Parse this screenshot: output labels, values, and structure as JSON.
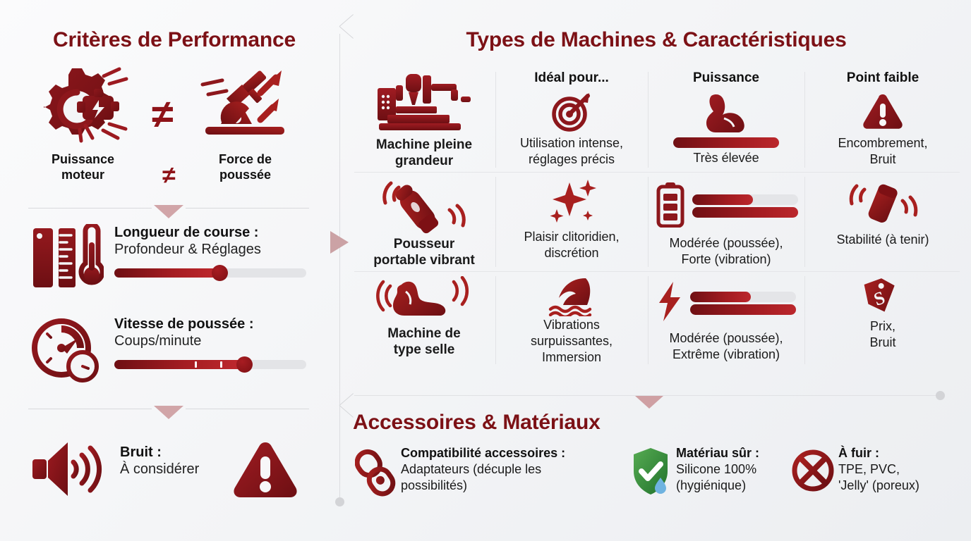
{
  "theme": {
    "brand_dark_red": "#7c1116",
    "brand_red": "#a51d22",
    "accent_pink": "#cfa0a3",
    "track_gray": "#e3e4e7",
    "background": "#f4f5f7",
    "green": "#3f9a45",
    "blue": "#5fa9dd"
  },
  "left": {
    "title": "Critères de Performance",
    "comparison": {
      "left_label": "Puissance\nmoteur",
      "left_label_line1": "Puissance",
      "left_label_line2": "moteur",
      "right_label_line1": "Force de",
      "right_label_line2": "poussée",
      "operator_big": "≠",
      "operator_small": "≠",
      "left_icon": "engine-gear-icon",
      "right_icon": "thrust-piston-arrows-icon"
    },
    "features": [
      {
        "icon": "ruler-thermometer-icon",
        "heading": "Longueur de course :",
        "subtext": "Profondeur & Réglages",
        "slider": {
          "value_percent": 55,
          "ticks": []
        }
      },
      {
        "icon": "speedometer-clock-icon",
        "heading": "Vitesse de poussée :",
        "subtext": "Coups/minute",
        "slider": {
          "value_percent": 68,
          "ticks": [
            42,
            55
          ]
        }
      }
    ],
    "noise": {
      "icon": "speaker-waves-icon",
      "heading": "Bruit :",
      "subtext": "À considérer",
      "warning_icon": "warning-triangle-icon"
    }
  },
  "right": {
    "title": "Types de Machines & Caractéristiques",
    "table": {
      "columns": [
        "",
        "Idéal pour...",
        "Puissance",
        "Point faible"
      ],
      "column_icons": [
        "",
        "target-icon",
        "muscle-arm-icon",
        "warning-triangle-icon"
      ],
      "rows": [
        {
          "machine_icon": "drill-press-machine-icon",
          "machine_name_line1": "Machine pleine",
          "machine_name_line2": "grandeur",
          "ideal_line1": "Utilisation intense,",
          "ideal_line2": "réglages précis",
          "power_icon": "",
          "power_bars": [
            100
          ],
          "power_text_line1": "Très élevée",
          "power_text_line2": "",
          "weakness_icon": "",
          "weakness_line1": "Encombrement,",
          "weakness_line2": "Bruit"
        },
        {
          "machine_icon": "handheld-vibrating-thruster-icon",
          "machine_name_line1": "Pousseur",
          "machine_name_line2": "portable vibrant",
          "ideal_icon": "sparkles-icon",
          "ideal_line1": "Plaisir clitoridien,",
          "ideal_line2": "discrétion",
          "power_icon": "battery-icon",
          "power_bars": [
            57,
            100
          ],
          "power_text_line1": "Modérée (poussée),",
          "power_text_line2": "Forte (vibration)",
          "weakness_icon": "shaking-device-icon",
          "weakness_line1": "Stabilité (à tenir)",
          "weakness_line2": ""
        },
        {
          "machine_icon": "saddle-machine-icon",
          "machine_name_line1": "Machine de",
          "machine_name_line2": "type selle",
          "ideal_icon": "wave-icon",
          "ideal_line1": "Vibrations",
          "ideal_line2": "surpuissantes,",
          "ideal_line3": "Immersion",
          "power_icon": "lightning-bolt-icon",
          "power_bars": [
            57,
            100
          ],
          "power_text_line1": "Modérée (poussée),",
          "power_text_line2": "Extrême (vibration)",
          "weakness_icon": "price-tag-icon",
          "weakness_line1": "Prix,",
          "weakness_line2": "Bruit"
        }
      ]
    },
    "accessories": {
      "title": "Accessoires & Matériaux",
      "items": [
        {
          "icon": "chain-link-icon",
          "heading": "Compatibilité accessoires :",
          "line1": "Adaptateurs (décuple les",
          "line2": "possibilités)"
        },
        {
          "icon": "shield-check-droplet-icon",
          "heading": "Matériau sûr :",
          "line1": "Silicone 100%",
          "line2": "(hygiénique)"
        },
        {
          "icon": "forbidden-cross-icon",
          "heading": "À fuir :",
          "line1": "TPE, PVC,",
          "line2": "'Jelly' (poreux)"
        }
      ]
    }
  }
}
